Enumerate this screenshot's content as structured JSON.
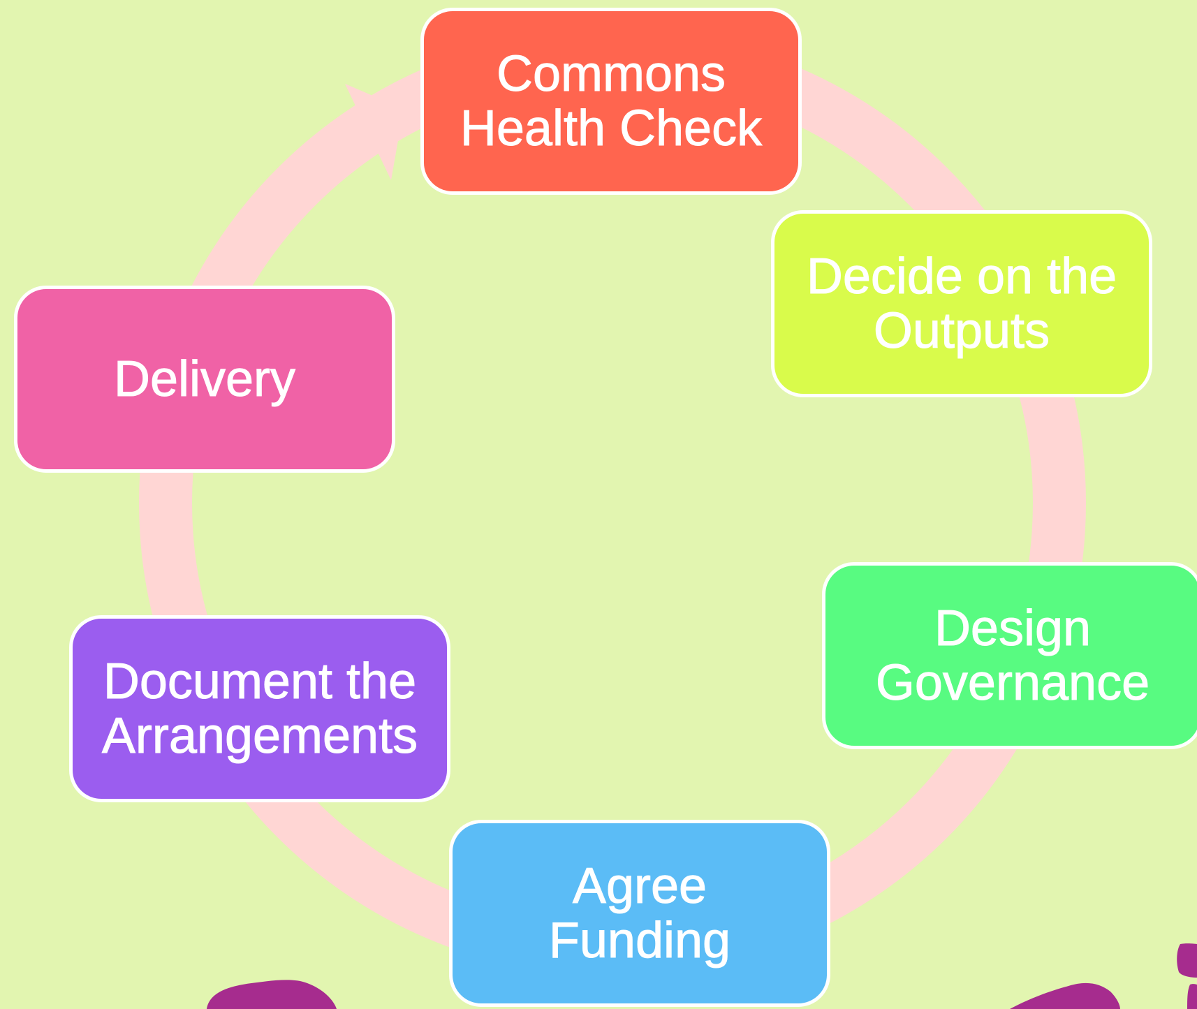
{
  "heading": "",
  "colors": {
    "background": "#e2f5b0",
    "ring": "#ffd6d4",
    "box_border": "#ffffff",
    "text": "#ffffff",
    "accent": "#a62c8e"
  },
  "steps": [
    {
      "label_line1": "Commons",
      "label_line2": "Health Check",
      "color": "#ff654f"
    },
    {
      "label_line1": "Decide on the",
      "label_line2": "Outputs",
      "color": "#d9fb4b"
    },
    {
      "label_line1": "Design",
      "label_line2": "Governance",
      "color": "#58fb81"
    },
    {
      "label_line1": "Agree",
      "label_line2": "Funding",
      "color": "#5bbcf6"
    },
    {
      "label_line1": "Document the",
      "label_line2": "Arrangements",
      "color": "#9b5def"
    },
    {
      "label_line1": "Delivery",
      "label_line2": "",
      "color": "#f062a6"
    }
  ]
}
